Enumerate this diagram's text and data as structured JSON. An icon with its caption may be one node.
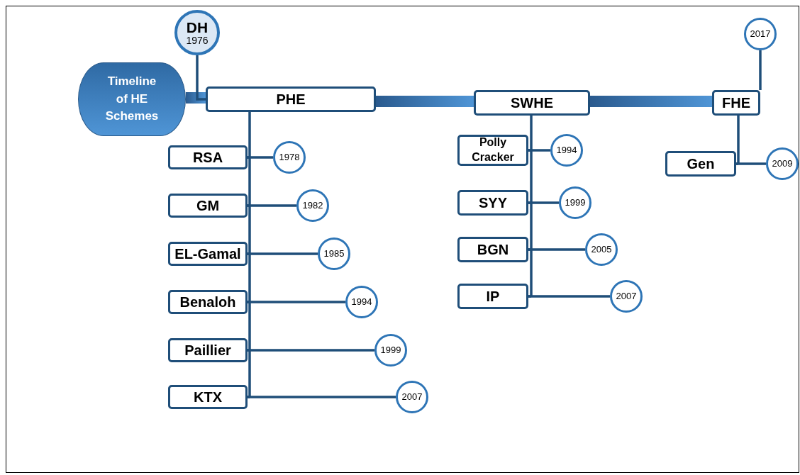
{
  "diagram": {
    "nodes": [
      {
        "text": [
          "Timeline of HE Schemes"
        ]
      },
      {
        "text": [
          "DH",
          "1976"
        ]
      },
      {
        "text": [
          "PHE"
        ]
      },
      {
        "text": [
          "SWHE"
        ]
      },
      {
        "text": [
          "2017"
        ]
      },
      {
        "text": [
          "FHE"
        ]
      },
      {
        "text": [
          "RSA"
        ]
      },
      {
        "text": [
          "1978"
        ]
      },
      {
        "text": [
          "GM"
        ]
      },
      {
        "text": [
          "1982"
        ]
      },
      {
        "text": [
          "EL-Gamal"
        ]
      },
      {
        "text": [
          "1985"
        ]
      },
      {
        "text": [
          "Benaloh"
        ]
      },
      {
        "text": [
          "1994"
        ]
      },
      {
        "text": [
          "Paillier"
        ]
      },
      {
        "text": [
          "1999"
        ]
      },
      {
        "text": [
          "KTX"
        ]
      },
      {
        "text": [
          "2007"
        ]
      },
      {
        "text": [
          "Polly Cracker"
        ]
      },
      {
        "text": [
          "1994"
        ]
      },
      {
        "text": [
          "SYY"
        ]
      },
      {
        "text": [
          "1999"
        ]
      },
      {
        "text": [
          "BGN"
        ]
      },
      {
        "text": [
          "2005"
        ]
      },
      {
        "text": [
          "IP"
        ]
      },
      {
        "text": [
          "2007"
        ]
      },
      {
        "text": [
          "Gen"
        ]
      },
      {
        "text": [
          "2009"
        ]
      }
    ],
    "edges": [
      {
        "from": 0,
        "to": 2,
        "arrow": "none",
        "style": "thick"
      },
      {
        "from": 2,
        "to": 3,
        "arrow": "none",
        "style": "thick"
      },
      {
        "from": 3,
        "to": 5,
        "arrow": "none",
        "style": "thick"
      },
      {
        "from": 1,
        "to": 2,
        "arrow": "none"
      },
      {
        "from": 4,
        "to": 5,
        "arrow": "none"
      },
      {
        "from": 2,
        "to": 6,
        "arrow": "none"
      },
      {
        "from": 6,
        "to": 7,
        "arrow": "none"
      },
      {
        "from": 2,
        "to": 8,
        "arrow": "none"
      },
      {
        "from": 8,
        "to": 9,
        "arrow": "none"
      },
      {
        "from": 2,
        "to": 10,
        "arrow": "none"
      },
      {
        "from": 10,
        "to": 11,
        "arrow": "none"
      },
      {
        "from": 2,
        "to": 12,
        "arrow": "none"
      },
      {
        "from": 12,
        "to": 13,
        "arrow": "none"
      },
      {
        "from": 2,
        "to": 14,
        "arrow": "none"
      },
      {
        "from": 14,
        "to": 15,
        "arrow": "none"
      },
      {
        "from": 2,
        "to": 16,
        "arrow": "none"
      },
      {
        "from": 16,
        "to": 17,
        "arrow": "none"
      },
      {
        "from": 3,
        "to": 18,
        "arrow": "none"
      },
      {
        "from": 18,
        "to": 19,
        "arrow": "none"
      },
      {
        "from": 3,
        "to": 20,
        "arrow": "none"
      },
      {
        "from": 20,
        "to": 21,
        "arrow": "none"
      },
      {
        "from": 3,
        "to": 22,
        "arrow": "none"
      },
      {
        "from": 22,
        "to": 23,
        "arrow": "none"
      },
      {
        "from": 3,
        "to": 24,
        "arrow": "none"
      },
      {
        "from": 24,
        "to": 25,
        "arrow": "none"
      },
      {
        "from": 5,
        "to": 26,
        "arrow": "none"
      },
      {
        "from": 26,
        "to": 27,
        "arrow": "none"
      }
    ]
  }
}
